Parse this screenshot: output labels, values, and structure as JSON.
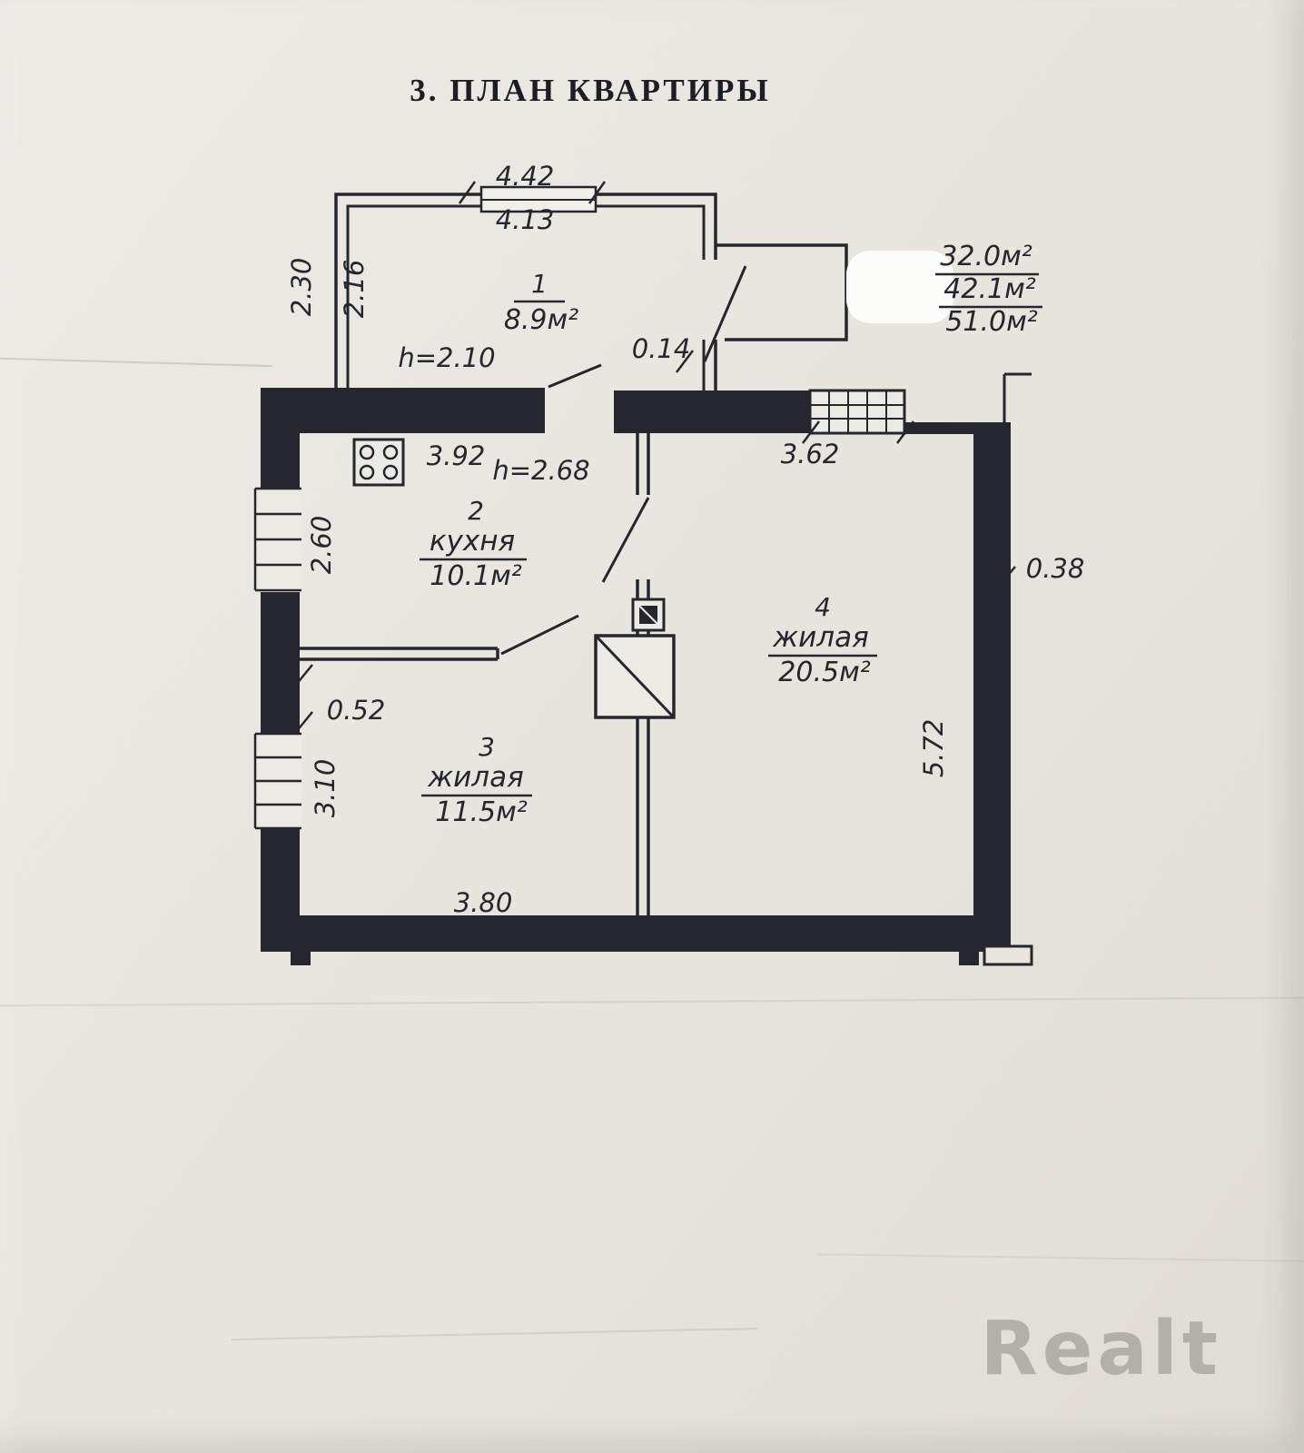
{
  "page": {
    "title": "3. ПЛАН КВАРТИРЫ"
  },
  "watermark": "Realt",
  "colors": {
    "ink": "#26262e",
    "paper": "#e9e6e0"
  },
  "floor_plan": {
    "rooms": [
      {
        "number": "1",
        "name": "",
        "area": "8.9м²"
      },
      {
        "number": "2",
        "name": "кухня",
        "area": "10.1м²"
      },
      {
        "number": "3",
        "name": "жилая",
        "area": "11.5м²"
      },
      {
        "number": "4",
        "name": "жилая",
        "area": "20.5м²"
      }
    ],
    "area_summary": {
      "living": "32.0м²",
      "heated": "42.1м²",
      "total": "51.0м²"
    },
    "heights": {
      "hall": "h=2.10",
      "main": "h=2.68"
    },
    "dimensions": {
      "top_window": "4.42",
      "top_inner": "4.13",
      "hall_left_outer": "2.30",
      "hall_left_inner": "2.16",
      "entry_offset": "0.14",
      "kitchen_width": "3.92",
      "room4_window": "3.62",
      "kitchen_left": "2.60",
      "stub_wall": "0.52",
      "room3_left": "3.10",
      "room3_width": "3.80",
      "room4_right": "5.72",
      "outer_wall": "0.38"
    }
  }
}
